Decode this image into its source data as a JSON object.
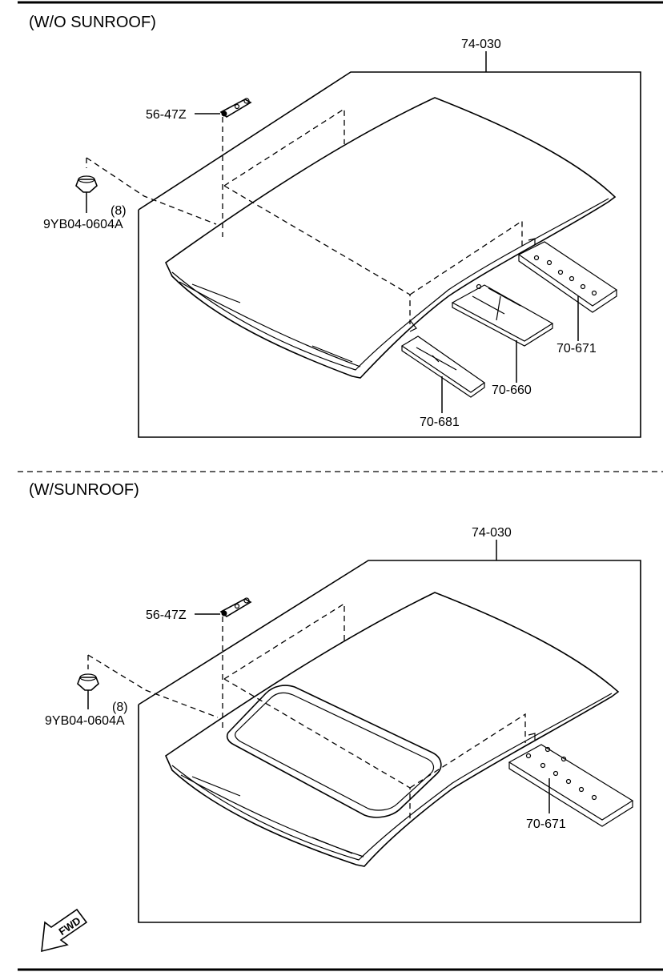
{
  "sections": [
    {
      "heading": "(W/O SUNROOF)",
      "labels": {
        "roof_panel": "74-030",
        "bracket": "56-47Z",
        "nut": "9YB04-0604A",
        "nut_qty": "(8)",
        "rail_rear": "70-671",
        "rail_mid": "70-660",
        "rail_front": "70-681"
      }
    },
    {
      "heading": "(W/SUNROOF)",
      "labels": {
        "roof_panel": "74-030",
        "bracket": "56-47Z",
        "nut": "9YB04-0604A",
        "nut_qty": "(8)",
        "rail_rear": "70-671"
      }
    }
  ],
  "fwd_symbol": {
    "text": "FWD",
    "icon": "fwd-arrow-icon"
  }
}
